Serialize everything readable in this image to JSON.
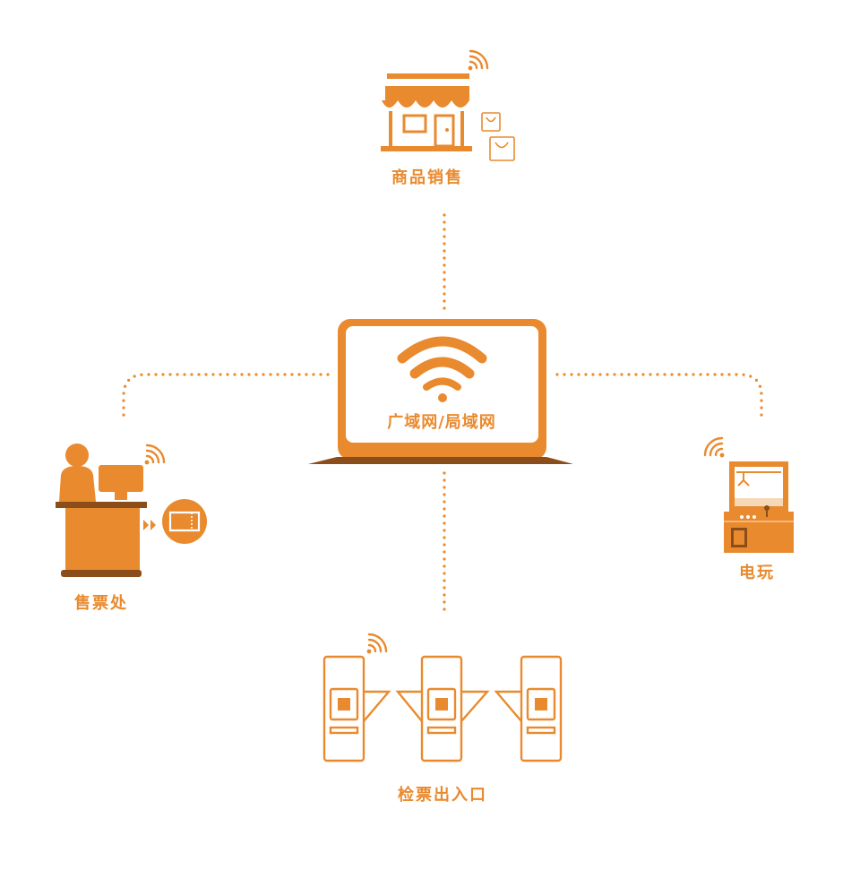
{
  "colors": {
    "accent": "#e98a2e",
    "accent_dark": "#8b4d1a",
    "light": "#f5b77a",
    "white": "#ffffff"
  },
  "center": {
    "label": "广域网/局域网",
    "icon": "wifi-icon"
  },
  "nodes": {
    "top": {
      "label": "商品销售",
      "icon": "store-icon"
    },
    "left": {
      "label": "售票处",
      "icon": "ticket-office-icon"
    },
    "right": {
      "label": "电玩",
      "icon": "claw-machine-icon"
    },
    "bottom": {
      "label": "检票出入口",
      "icon": "turnstile-gate-icon"
    }
  }
}
